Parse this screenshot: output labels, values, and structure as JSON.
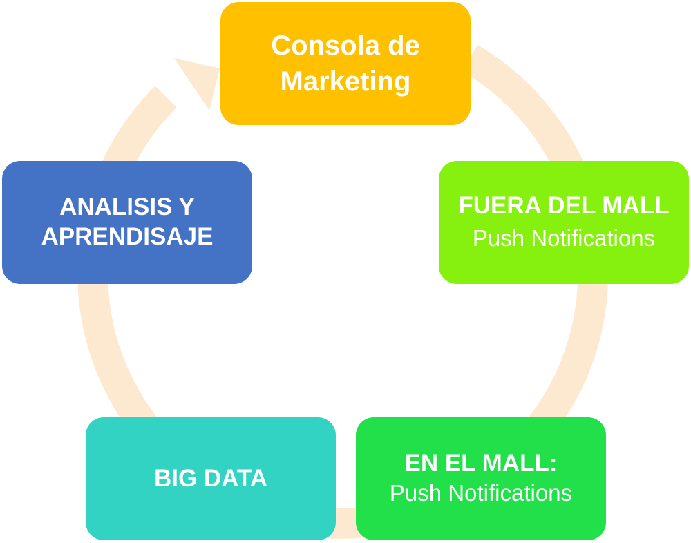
{
  "diagram": {
    "ring_color": "#fde9d0",
    "nodes": [
      {
        "id": "top",
        "title": "Consola de\nMarketing",
        "subtitle": "",
        "color": "#ffc000"
      },
      {
        "id": "right",
        "title": "FUERA DEL MALL",
        "subtitle": "Push Notifications",
        "color": "#86f10e"
      },
      {
        "id": "bottom-right",
        "title": "EN EL MALL:",
        "subtitle": "Push Notifications",
        "color": "#22e04a"
      },
      {
        "id": "bottom-left",
        "title": "BIG DATA",
        "subtitle": "",
        "color": "#33d3c4"
      },
      {
        "id": "left",
        "title": "ANALISIS Y\nAPRENDISAJE",
        "subtitle": "",
        "color": "#4472c4"
      }
    ]
  }
}
